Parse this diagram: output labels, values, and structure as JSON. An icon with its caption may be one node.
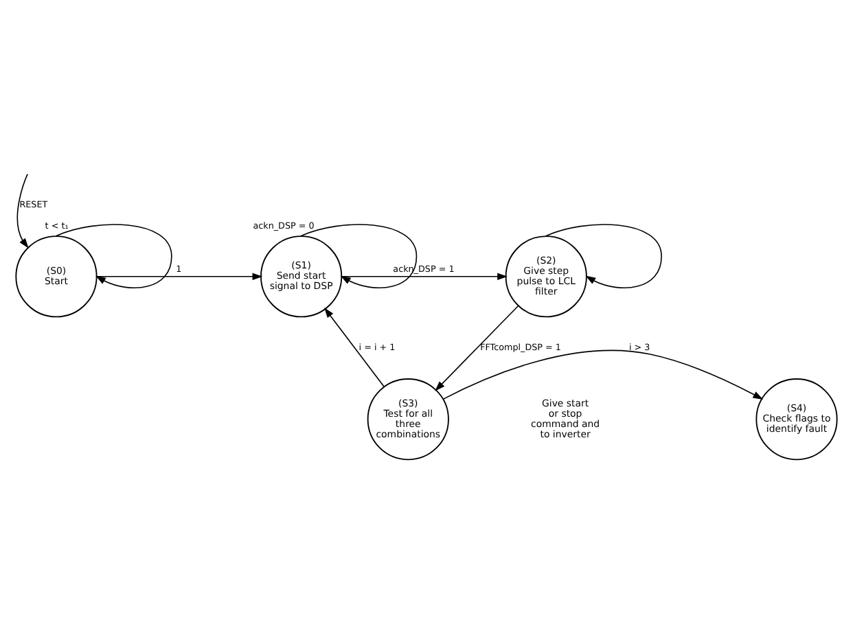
{
  "diagram": {
    "nodes": [
      {
        "text": [
          "(S0)",
          "Start"
        ]
      },
      {
        "text": [
          "(S1)",
          "Send start signal to DSP"
        ]
      },
      {
        "text": [
          "(S2)",
          "Give step pulse to LCL filter"
        ]
      },
      {
        "text": [
          "(S3)",
          "Test for all three combinations"
        ]
      },
      {
        "text": [
          "(S4)",
          "Check flags to identify fault"
        ]
      }
    ],
    "edges": [
      {
        "from": null,
        "to": 0,
        "arrow": "to",
        "label": "RESET"
      },
      {
        "from": 0,
        "to": 0,
        "arrow": "to",
        "label": "t < t₁"
      },
      {
        "from": 0,
        "to": 1,
        "arrow": "to",
        "label": "1"
      },
      {
        "from": 1,
        "to": 1,
        "arrow": "to",
        "label": "ackn_DSP = 0"
      },
      {
        "from": 1,
        "to": 2,
        "arrow": "to",
        "label": "ackn_DSP = 1"
      },
      {
        "from": 2,
        "to": 2,
        "arrow": "to"
      },
      {
        "from": 2,
        "to": 3,
        "arrow": "to",
        "label": "FFTcompl_DSP = 1"
      },
      {
        "from": 3,
        "to": 1,
        "arrow": "to",
        "label": "i = i + 1"
      },
      {
        "from": 3,
        "to": 4,
        "arrow": "to",
        "label": "i > 3"
      }
    ],
    "labels": [
      "Give start or stop command and to inverter"
    ]
  }
}
